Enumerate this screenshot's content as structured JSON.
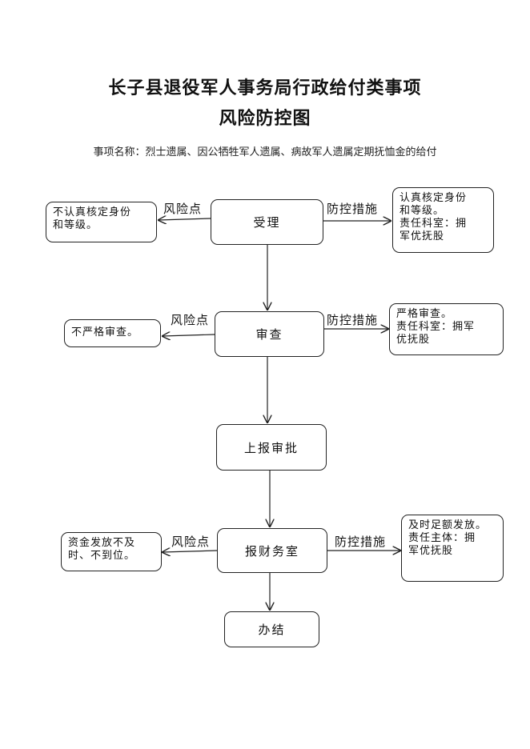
{
  "header": {
    "title_line1": "长子县退役军人事务局行政给付类事项",
    "title_line2": "风险防控图",
    "subtitle": "事项名称：烈士遗属、因公牺牲军人遗属、病故军人遗属定期抚恤金的给付"
  },
  "steps": {
    "accept": "受理",
    "review": "审查",
    "report": "上报审批",
    "finance": "报财务室",
    "complete": "办结"
  },
  "labels": {
    "risk_point": "风险点",
    "control_measure": "防控措施"
  },
  "risks": {
    "accept_line1": "不认真核定身份",
    "accept_line2": "和等级。",
    "review_line1": "不严格审查。",
    "finance_line1": "资金发放不及",
    "finance_line2": "时、不到位。"
  },
  "controls": {
    "accept_line1": "认真核定身份",
    "accept_line2": "和等级。",
    "accept_line3": "责任科室：拥",
    "accept_line4": "军优抚股",
    "review_line1": "严格审查。",
    "review_line2": "责任科室：拥军",
    "review_line3": "优抚股",
    "finance_line1": "及时足额发放。",
    "finance_line2": "责任主体：拥",
    "finance_line3": "军优抚股"
  }
}
